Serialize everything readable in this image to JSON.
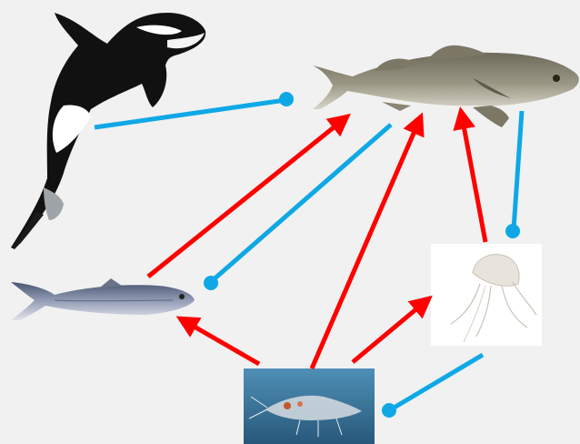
{
  "diagram": {
    "background": "#f1f1f1",
    "colors": {
      "red_arrow": "#ff0000",
      "blue_connector": "#0fa8e6"
    },
    "organisms": [
      {
        "id": "orca",
        "icon": "orca-icon"
      },
      {
        "id": "cod",
        "icon": "cod-fish-icon"
      },
      {
        "id": "herring",
        "icon": "herring-fish-icon"
      },
      {
        "id": "jellyfish",
        "icon": "jellyfish-icon"
      },
      {
        "id": "krill",
        "icon": "krill-icon"
      }
    ],
    "red_arrows": [
      {
        "from": "herring",
        "to": "cod"
      },
      {
        "from": "krill",
        "to": "cod"
      },
      {
        "from": "jellyfish",
        "to": "cod"
      },
      {
        "from": "krill",
        "to": "herring"
      },
      {
        "from": "krill",
        "to": "jellyfish"
      }
    ],
    "blue_connectors": [
      {
        "from": "orca",
        "to": "cod"
      },
      {
        "from": "cod",
        "to": "herring"
      },
      {
        "from": "cod",
        "to": "jellyfish"
      },
      {
        "from": "jellyfish",
        "to": "krill"
      }
    ]
  }
}
